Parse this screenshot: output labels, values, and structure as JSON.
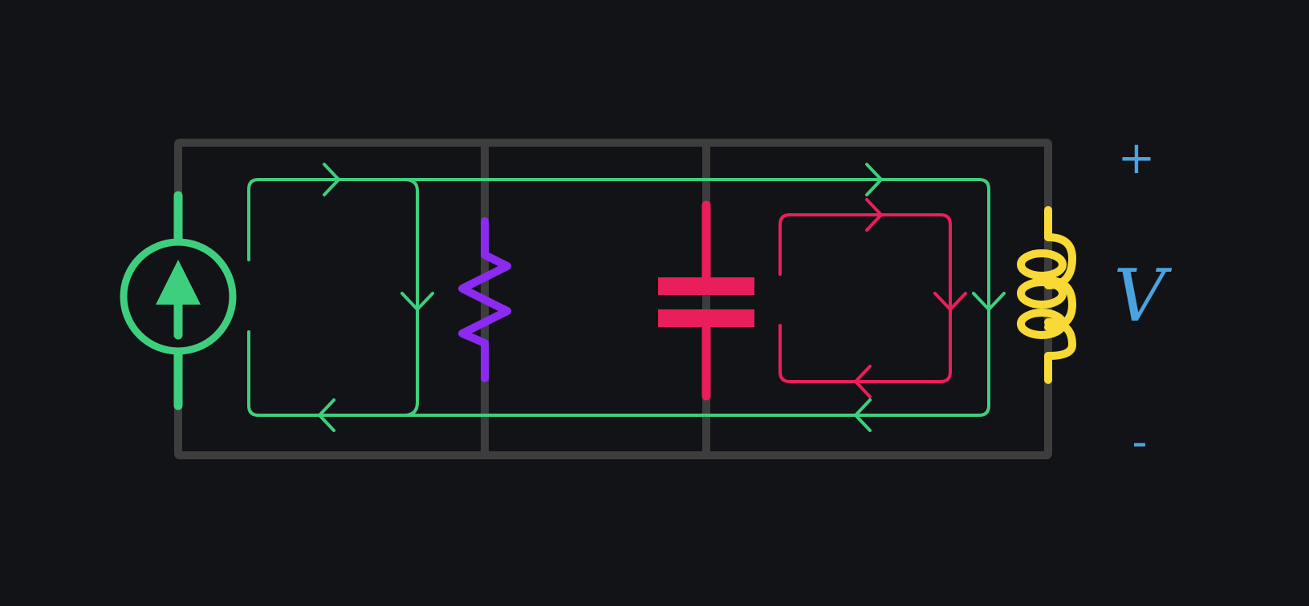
{
  "labels": {
    "plus": "+",
    "voltage": "V",
    "minus": "-"
  },
  "colors": {
    "background": "#121317",
    "wire": "#3d3d3e",
    "current_source": "#3ecf7e",
    "current_loop": "#3ecf7e",
    "resistor": "#8b2af0",
    "capacitor": "#ea1e5a",
    "capacitor_loop": "#ea1e5a",
    "inductor": "#f9d936",
    "label": "#4aa3df"
  },
  "components": [
    {
      "type": "current-source",
      "icon": "current-source-arrow-up"
    },
    {
      "type": "resistor",
      "icon": "resistor-zigzag"
    },
    {
      "type": "capacitor",
      "icon": "capacitor-plates"
    },
    {
      "type": "inductor",
      "icon": "inductor-coil"
    }
  ]
}
